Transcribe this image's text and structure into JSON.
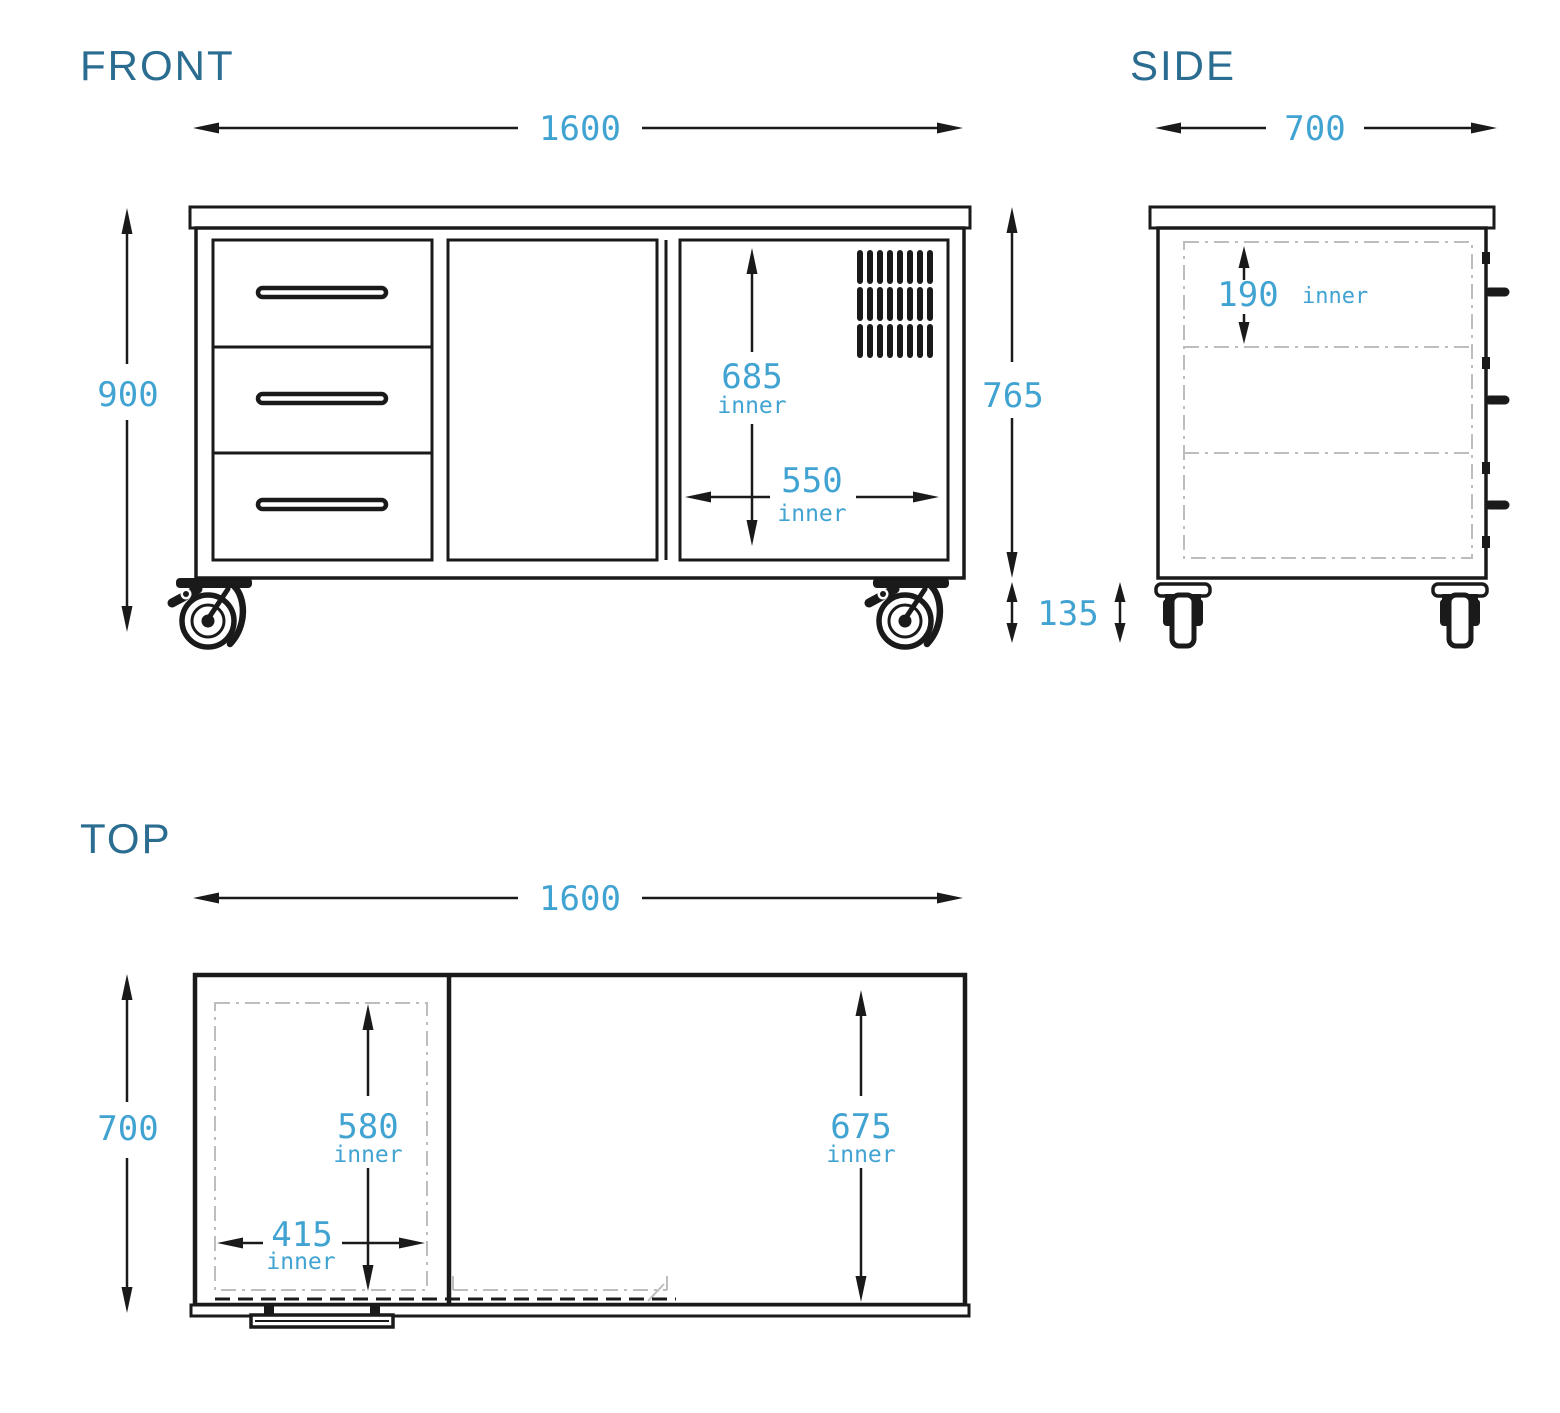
{
  "colors": {
    "line": "#1a1a1a",
    "dimension_text": "#41a3d2",
    "title_text": "#2b6d91",
    "hidden_line": "#bdbdbd"
  },
  "front_view": {
    "title": "FRONT",
    "overall_width": "1600",
    "overall_height": "900",
    "body_height": "765",
    "caster_height": "135",
    "inner_height": "685",
    "inner_height_note": "inner",
    "inner_width": "550",
    "inner_width_note": "inner"
  },
  "side_view": {
    "title": "SIDE",
    "overall_depth": "700",
    "drawer_inner_height": "190",
    "drawer_inner_note": "inner"
  },
  "top_view": {
    "title": "TOP",
    "overall_width": "1600",
    "overall_depth": "700",
    "drawer_inner_depth": "580",
    "drawer_inner_depth_note": "inner",
    "drawer_inner_width": "415",
    "drawer_inner_width_note": "inner",
    "compartment_inner_depth": "675",
    "compartment_inner_depth_note": "inner"
  }
}
